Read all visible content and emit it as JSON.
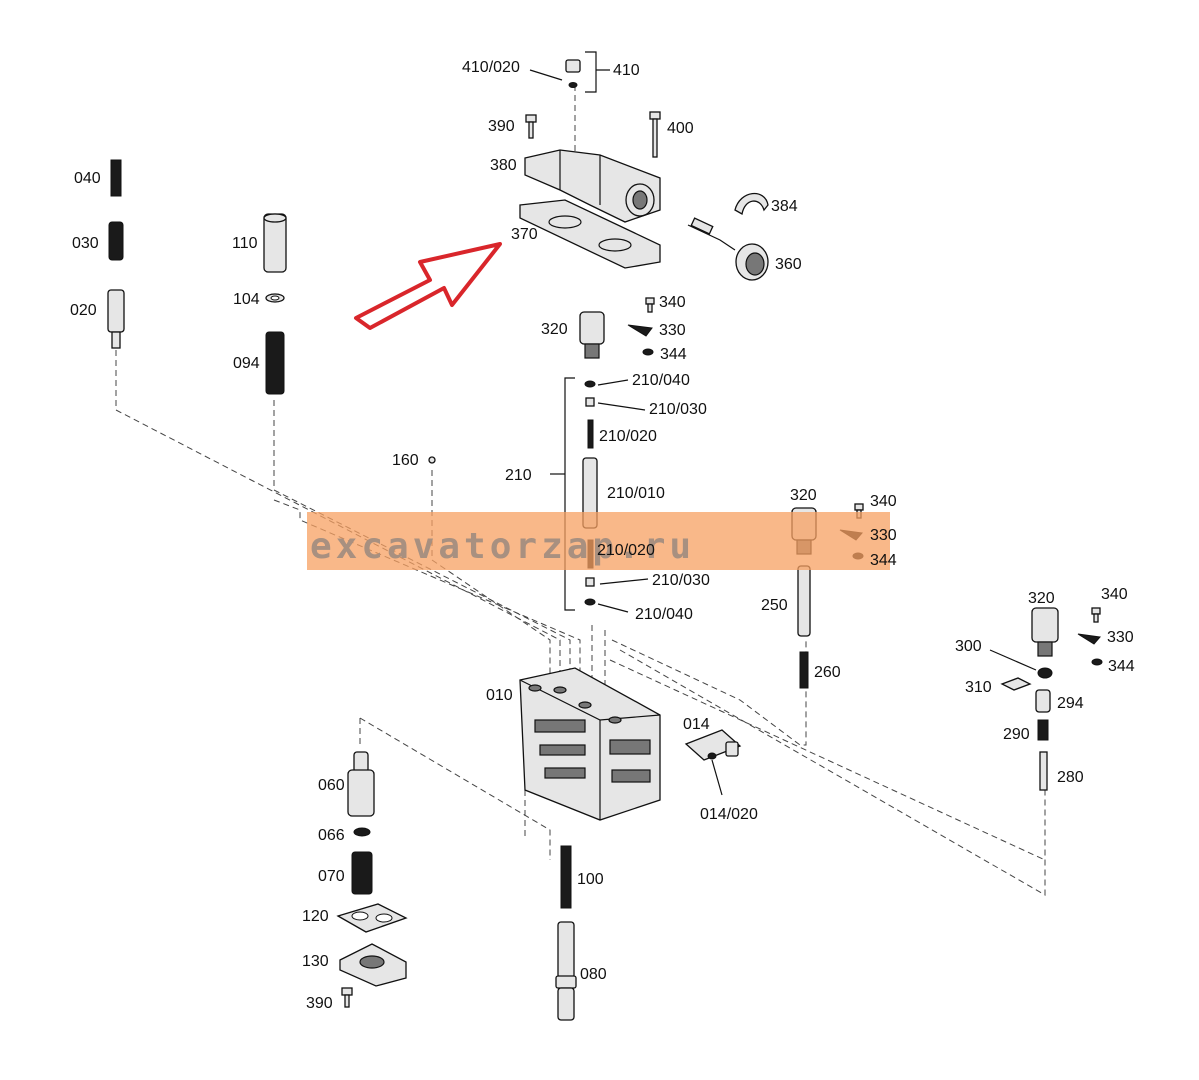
{
  "labels": {
    "p410_020": "410/020",
    "p410": "410",
    "p390_top": "390",
    "p400": "400",
    "p380": "380",
    "p384": "384",
    "p370": "370",
    "p360": "360",
    "p040": "040",
    "p030": "030",
    "p020": "020",
    "p110": "110",
    "p104": "104",
    "p094": "094",
    "p320_a": "320",
    "p340_a": "340",
    "p330_a": "330",
    "p344_a": "344",
    "p210_040_a": "210/040",
    "p210_030_a": "210/030",
    "p210_020_a": "210/020",
    "p210": "210",
    "p210_010": "210/010",
    "p210_020_b": "210/020",
    "p210_030_b": "210/030",
    "p210_040_b": "210/040",
    "p160": "160",
    "p320_b": "320",
    "p340_b": "340",
    "p330_b": "330",
    "p344_b": "344",
    "p250": "250",
    "p260": "260",
    "p320_c": "320",
    "p340_c": "340",
    "p330_c": "330",
    "p344_c": "344",
    "p300": "300",
    "p310": "310",
    "p294": "294",
    "p290": "290",
    "p280": "280",
    "p010": "010",
    "p014": "014",
    "p014_020": "014/020",
    "p060": "060",
    "p066": "066",
    "p070": "070",
    "p120": "120",
    "p130": "130",
    "p390_bottom": "390",
    "p100": "100",
    "p080": "080"
  },
  "watermark": {
    "text": "excavatorzap.ru",
    "color": "#f7a061"
  },
  "highlight": {
    "arrow_color": "#d9262b",
    "target": "370"
  }
}
